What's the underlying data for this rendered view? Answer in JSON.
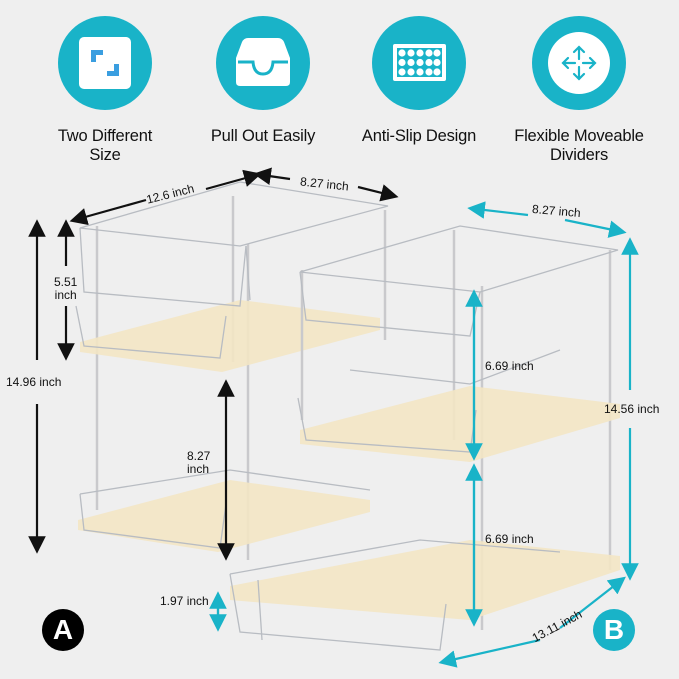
{
  "features": [
    {
      "label_line1": "Two Different",
      "label_line2": "Size",
      "icon": "resize-corners-icon"
    },
    {
      "label_line1": "Pull Out Easily",
      "label_line2": "",
      "icon": "drawer-tray-icon"
    },
    {
      "label_line1": "Anti-Slip Design",
      "label_line2": "",
      "icon": "dotted-mat-icon"
    },
    {
      "label_line1": "Flexible Moveable",
      "label_line2": "Dividers",
      "icon": "move-arrows-icon"
    }
  ],
  "colors": {
    "accent": "#19b3c8",
    "background": "#efefef",
    "icon_blue": "#3a9ee0",
    "mat": "#f3e6c4",
    "dimension_black": "#111111"
  },
  "organizer_a": {
    "badge": "A",
    "dimensions": {
      "width": "12.6 inch",
      "depth": "8.27 inch",
      "total_height": "14.96 inch",
      "top_tier_height": "5.51",
      "top_tier_unit": "inch",
      "tier_gap": "8.27",
      "tier_gap_unit": "inch",
      "bottom_clearance": "1.97 inch"
    }
  },
  "organizer_b": {
    "badge": "B",
    "dimensions": {
      "width": "8.27 inch",
      "depth": "13.11 inch",
      "total_height": "14.56 inch",
      "top_tier_height": "6.69 inch",
      "bottom_tier_height": "6.69 inch"
    }
  }
}
